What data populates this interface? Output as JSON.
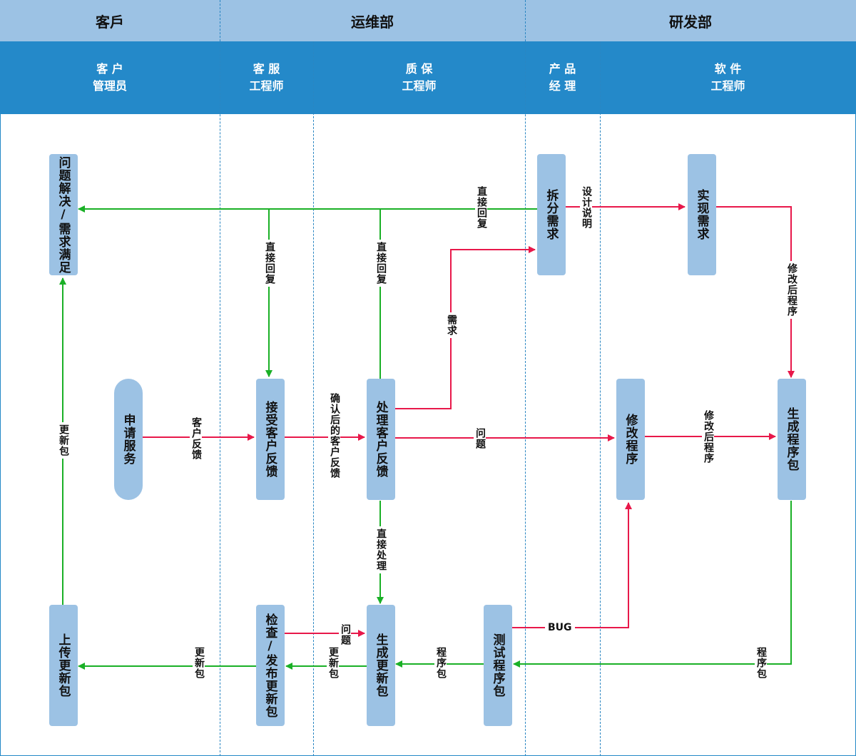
{
  "departments": [
    "客戶",
    "运维部",
    "研发部"
  ],
  "roles": [
    "客 户\n管理员",
    "客 服\n工程师",
    "质 保\n工程师",
    "产 品\n经 理",
    "软 件\n工程师"
  ],
  "boxes": {
    "problem_solved": "问题解决/需求满足",
    "split_req": "拆分需求",
    "impl_req": "实现需求",
    "apply_service": "申请服务",
    "receive_feedback": "接受客户反馈",
    "process_feedback": "处理客户反馈",
    "modify_program": "修改程序",
    "gen_package": "生成程序包",
    "upload_package": "上传更新包",
    "check_publish": "检查/发布更新包",
    "gen_update": "生成更新包",
    "test_package": "测试程序包"
  },
  "labels": {
    "direct_reply_top": "直接回复",
    "design_spec": "设计说明",
    "direct_reply_cs": "直接回复",
    "direct_reply_qa": "直接回复",
    "modified_prog_right": "修改后程序",
    "requirement": "需求",
    "update_pkg_left": "更新包",
    "customer_feedback": "客户反馈",
    "confirmed_feedback": "确认后的客户反馈",
    "problem_mid": "问题",
    "modified_prog_mid": "修改后程序",
    "direct_process": "直接处理",
    "bug": "BUG",
    "problem_bottom": "问题",
    "update_pkg_bottom_left": "更新包",
    "update_pkg_bottom_mid": "更新包",
    "program_pkg_bottom": "程序包",
    "program_pkg_right": "程序包"
  },
  "colors": {
    "header_light": "#9cc2e4",
    "header_dark": "#2489c9",
    "box": "#9cc2e4",
    "arrow_green": "#1ab026",
    "arrow_red": "#e8184a"
  }
}
